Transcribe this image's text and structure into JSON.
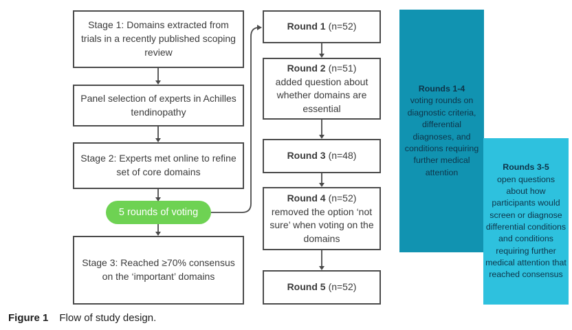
{
  "caption": {
    "label": "Figure 1",
    "text": "Flow of study design."
  },
  "stages": {
    "stage1": "Stage 1: Domains extracted from trials in a recently published scoping review",
    "panel": "Panel selection of experts in Achilles tendinopathy",
    "stage2": "Stage 2: Experts met online to refine set of core domains",
    "pill": "5 rounds of voting",
    "stage3": "Stage 3: Reached ≥70% consensus on the ‘important’ domains"
  },
  "rounds": [
    {
      "title": "Round 1",
      "n": "(n=52)",
      "detail": ""
    },
    {
      "title": "Round 2",
      "n": "(n=51)",
      "detail": "added question about whether domains are essential"
    },
    {
      "title": "Round 3",
      "n": "(n=48)",
      "detail": ""
    },
    {
      "title": "Round 4",
      "n": "(n=52)",
      "detail": "removed the option ‘not sure’ when voting on the domains"
    },
    {
      "title": "Round 5",
      "n": "(n=52)",
      "detail": ""
    }
  ],
  "side_notes": [
    {
      "title": "Rounds 1-4",
      "text": "voting rounds on diagnostic criteria, differential diagnoses, and conditions requiring further medical attention",
      "color": "#1193b1"
    },
    {
      "title": "Rounds 3-5",
      "text": "open questions about how participants would screen or diagnose differential conditions and conditions requiring further medical attention that reached consensus",
      "color": "#2ec1de"
    }
  ],
  "colors": {
    "box_border": "#4a4a4a",
    "box_text": "#3a3a3a",
    "pill_green": "#6ed253",
    "pill_text": "#ffffff",
    "note_teal_dark": "#1193b1",
    "note_teal_light": "#2ec1de",
    "note_text": "#0e3449",
    "arrow": "#4a4a4a"
  }
}
